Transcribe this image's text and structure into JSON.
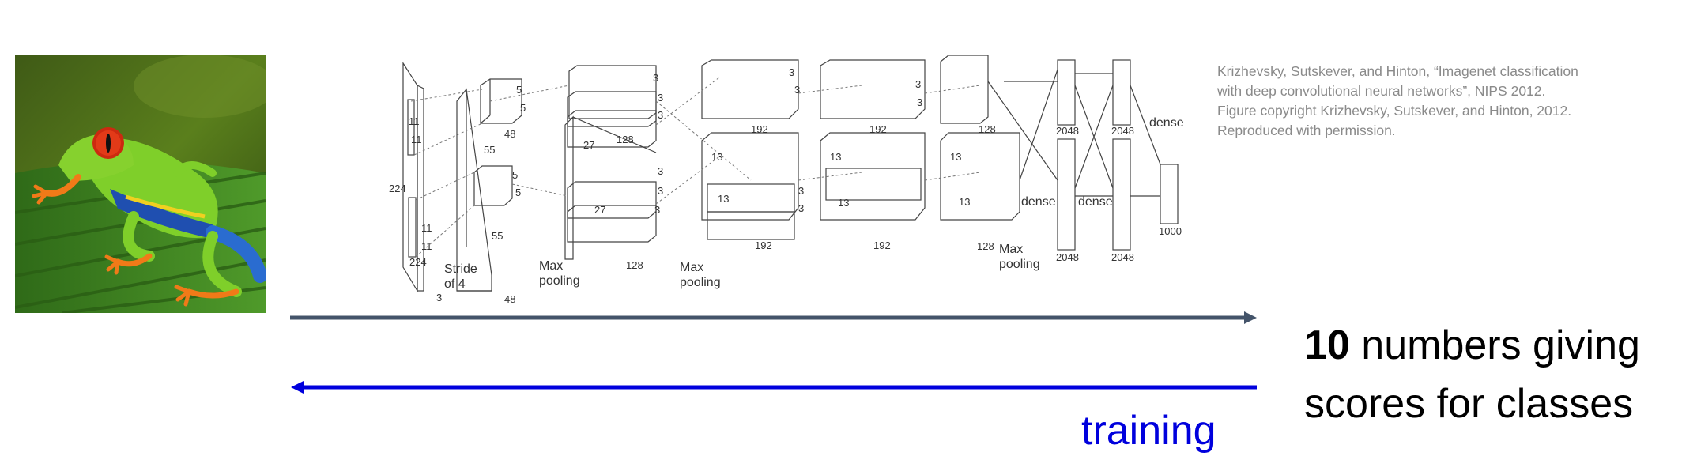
{
  "network": {
    "sizes": {
      "s224a": "224",
      "s224b": "224",
      "s11a": "11",
      "s11b": "11",
      "s11c": "11",
      "s11d": "11",
      "s3": "3",
      "s55a": "55",
      "s55b": "55",
      "s48a": "48",
      "s48b": "48",
      "s5a": "5",
      "s5b": "5",
      "s5c": "5",
      "s5d": "5",
      "s27a": "27",
      "s27b": "27",
      "s128a": "128",
      "s128b": "128",
      "s3a": "3",
      "s3b": "3",
      "s3c": "3",
      "s3d": "3",
      "s3e": "3",
      "s3f": "3",
      "s13a": "13",
      "s13b": "13",
      "s13c": "13",
      "s13d": "13",
      "s13e": "13",
      "s13f": "13",
      "s3g": "3",
      "s3h": "3",
      "s3i": "3",
      "s3j": "3",
      "s3k": "3",
      "s3l": "3",
      "s192a": "192",
      "s192b": "192",
      "s192c": "192",
      "s192d": "192",
      "s128c": "128",
      "s128d": "128",
      "s2048a": "2048",
      "s2048b": "2048",
      "s2048c": "2048",
      "s2048d": "2048",
      "s1000": "1000"
    },
    "stride_line1": "Stride",
    "stride_line2": "of 4",
    "max_pooling_1": [
      "Max",
      "pooling"
    ],
    "max_pooling_2": [
      "Max",
      "pooling"
    ],
    "max_pooling_3": [
      "Max",
      "pooling"
    ],
    "dense_labels": [
      "dense",
      "dense",
      "dense"
    ]
  },
  "citation": {
    "line1": "Krizhevsky, Sutskever, and Hinton, “Imagenet classification",
    "line2": "with deep convolutional neural networks”, NIPS 2012.",
    "line3": "Figure copyright Krizhevsky, Sutskever, and Hinton, 2012.",
    "line4": "Reproduced with permission."
  },
  "arrows": {
    "forward_color": "#44546a",
    "backward_color": "#0000dd"
  },
  "training_label": "training",
  "output": {
    "number": "10",
    "line1_rest": " numbers giving",
    "line2": "scores for classes"
  }
}
